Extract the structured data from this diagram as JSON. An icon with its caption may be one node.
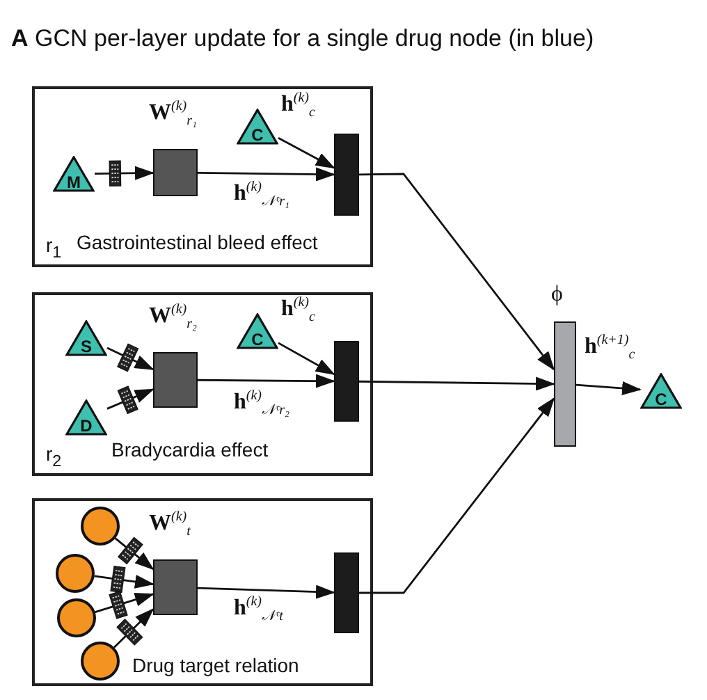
{
  "diagram": {
    "title": "**A** GCN per-layer update for a single drug node (in blue)",
    "nodes": [
      {
        "text": [
          "r$_{1}$",
          "Gastrointestinal bleed effect"
        ]
      },
      {
        "text": [
          "M"
        ],
        "in": 0
      },
      {
        "text": [],
        "shape": "box",
        "in": 0,
        "beside": [
          "**W**$^{(k)}$$_{r₁}$"
        ]
      },
      {
        "text": [
          "C"
        ],
        "in": 0,
        "beside": [
          "**h**$^{(k)}$$_{c}$"
        ]
      },
      {
        "text": [],
        "shape": "bar",
        "in": 0
      },
      {
        "text": [
          "r$_{2}$",
          "Bradycardia effect"
        ]
      },
      {
        "text": [
          "S"
        ],
        "in": 5
      },
      {
        "text": [
          "D"
        ],
        "in": 5
      },
      {
        "text": [],
        "shape": "box",
        "in": 5,
        "beside": [
          "**W**$^{(k)}$$_{r₂}$"
        ]
      },
      {
        "text": [
          "C"
        ],
        "in": 5,
        "beside": [
          "**h**$^{(k)}$$_{c}$"
        ]
      },
      {
        "text": [],
        "shape": "bar",
        "in": 5
      },
      {
        "text": [
          "Drug target relation"
        ]
      },
      {
        "text": [],
        "shape": "circle",
        "in": 11
      },
      {
        "text": [],
        "shape": "circle",
        "in": 11
      },
      {
        "text": [],
        "shape": "circle",
        "in": 11
      },
      {
        "text": [],
        "shape": "circle",
        "in": 11
      },
      {
        "text": [],
        "shape": "box",
        "in": 11,
        "beside": [
          "**W**$^{(k)}$$_{t}$"
        ]
      },
      {
        "text": [],
        "shape": "bar",
        "in": 11
      },
      {
        "text": [],
        "shape": "bar",
        "beside": [
          "ϕ"
        ]
      },
      {
        "text": [
          "C"
        ]
      }
    ],
    "edges": [
      {
        "from": 1,
        "to": 2,
        "arrow": "to"
      },
      {
        "from": 3,
        "to": 4,
        "arrow": "to"
      },
      {
        "from": 2,
        "to": 4,
        "arrow": "to",
        "label": "**h**$^{(k)}$$_{𝒩ᶜr₁}$"
      },
      {
        "from": 6,
        "to": 8,
        "arrow": "to"
      },
      {
        "from": 7,
        "to": 8,
        "arrow": "to"
      },
      {
        "from": 9,
        "to": 10,
        "arrow": "to"
      },
      {
        "from": 8,
        "to": 10,
        "arrow": "to",
        "label": "**h**$^{(k)}$$_{𝒩ᶜr₂}$"
      },
      {
        "from": 12,
        "to": 16,
        "arrow": "to"
      },
      {
        "from": 13,
        "to": 16,
        "arrow": "to"
      },
      {
        "from": 14,
        "to": 16,
        "arrow": "to"
      },
      {
        "from": 15,
        "to": 16,
        "arrow": "to"
      },
      {
        "from": 16,
        "to": 17,
        "arrow": "to",
        "label": "**h**$^{(k)}$$_{𝒩ᶜt}$"
      },
      {
        "from": 4,
        "to": 18,
        "arrow": "to"
      },
      {
        "from": 10,
        "to": 18,
        "arrow": "to"
      },
      {
        "from": 17,
        "to": 18,
        "arrow": "to"
      },
      {
        "from": 18,
        "to": 19,
        "arrow": "to",
        "label": "**h**$^{(k+1)}$$_{c}$"
      }
    ]
  }
}
